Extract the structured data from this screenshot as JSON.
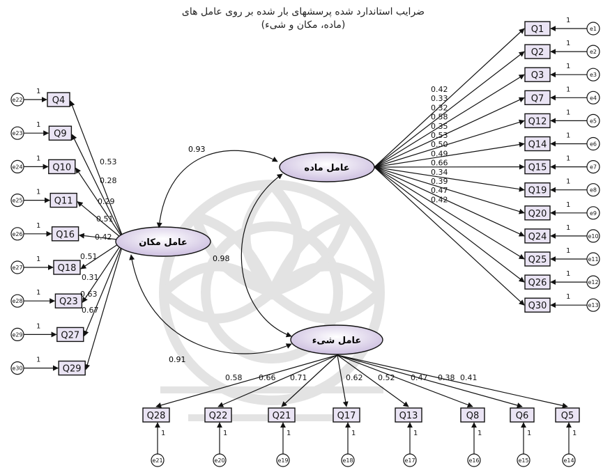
{
  "title": {
    "line1": "ضرایب استاندارد شده پرسشهای بار شده بر روی عامل های",
    "line2": "(ماده، مکان و شیء)"
  },
  "colors": {
    "box_fill": "#eae4f4",
    "ellipse_fill": "#e8def0",
    "stroke": "#111111",
    "watermark": "#d8d8d8"
  },
  "factors": {
    "material": "عامل ماده",
    "place": "عامل مکان",
    "object": "عامل شیء"
  },
  "covariances": {
    "place_material": "0.93",
    "material_object": "0.98",
    "place_object": "0.91"
  },
  "material_items": [
    {
      "q": "Q1",
      "e": "e1",
      "loading": "0.42",
      "w": "1"
    },
    {
      "q": "Q2",
      "e": "e2",
      "loading": "0.33",
      "w": "1"
    },
    {
      "q": "Q3",
      "e": "e3",
      "loading": "0.32",
      "w": "1"
    },
    {
      "q": "Q7",
      "e": "e4",
      "loading": "0.58",
      "w": "1"
    },
    {
      "q": "Q12",
      "e": "e5",
      "loading": "0.35",
      "w": "1"
    },
    {
      "q": "Q14",
      "e": "e6",
      "loading": "0.53",
      "w": "1"
    },
    {
      "q": "Q15",
      "e": "e7",
      "loading": "0.50",
      "w": "1"
    },
    {
      "q": "Q19",
      "e": "e8",
      "loading": "0.49",
      "w": "1"
    },
    {
      "q": "Q20",
      "e": "e9",
      "loading": "0.66",
      "w": "1"
    },
    {
      "q": "Q24",
      "e": "e10",
      "loading": "0.34",
      "w": "1"
    },
    {
      "q": "Q25",
      "e": "e11",
      "loading": "0.39",
      "w": "1"
    },
    {
      "q": "Q26",
      "e": "e12",
      "loading": "0.47",
      "w": "1"
    },
    {
      "q": "Q30",
      "e": "e13",
      "loading": "0.42",
      "w": "1"
    }
  ],
  "place_items": [
    {
      "q": "Q4",
      "e": "e22",
      "loading": "0.53",
      "w": "1"
    },
    {
      "q": "Q9",
      "e": "e23",
      "loading": "0.28",
      "w": "1"
    },
    {
      "q": "Q10",
      "e": "e24",
      "loading": "0.29",
      "w": "1"
    },
    {
      "q": "Q11",
      "e": "e25",
      "loading": "0.51",
      "w": "1"
    },
    {
      "q": "Q16",
      "e": "e26",
      "loading": "0.42",
      "w": "1"
    },
    {
      "q": "Q18",
      "e": "e27",
      "loading": "0.51",
      "w": "1"
    },
    {
      "q": "Q23",
      "e": "e28",
      "loading": "0.31",
      "w": "1"
    },
    {
      "q": "Q27",
      "e": "e29",
      "loading": "0.63",
      "w": "1"
    },
    {
      "q": "Q29",
      "e": "e30",
      "loading": "0.67",
      "w": "1"
    }
  ],
  "object_items": [
    {
      "q": "Q28",
      "e": "e21",
      "loading": "0.58",
      "w": "1"
    },
    {
      "q": "Q22",
      "e": "e20",
      "loading": "0.66",
      "w": "1"
    },
    {
      "q": "Q21",
      "e": "e19",
      "loading": "0.71",
      "w": "1"
    },
    {
      "q": "Q17",
      "e": "e18",
      "loading": "0.62",
      "w": "1"
    },
    {
      "q": "Q13",
      "e": "e17",
      "loading": "0.52",
      "w": "1"
    },
    {
      "q": "Q8",
      "e": "e16",
      "loading": "0.47",
      "w": "1"
    },
    {
      "q": "Q6",
      "e": "e15",
      "loading": "0.38",
      "w": "1"
    },
    {
      "q": "Q5",
      "e": "e14",
      "loading": "0.41",
      "w": "1"
    }
  ]
}
